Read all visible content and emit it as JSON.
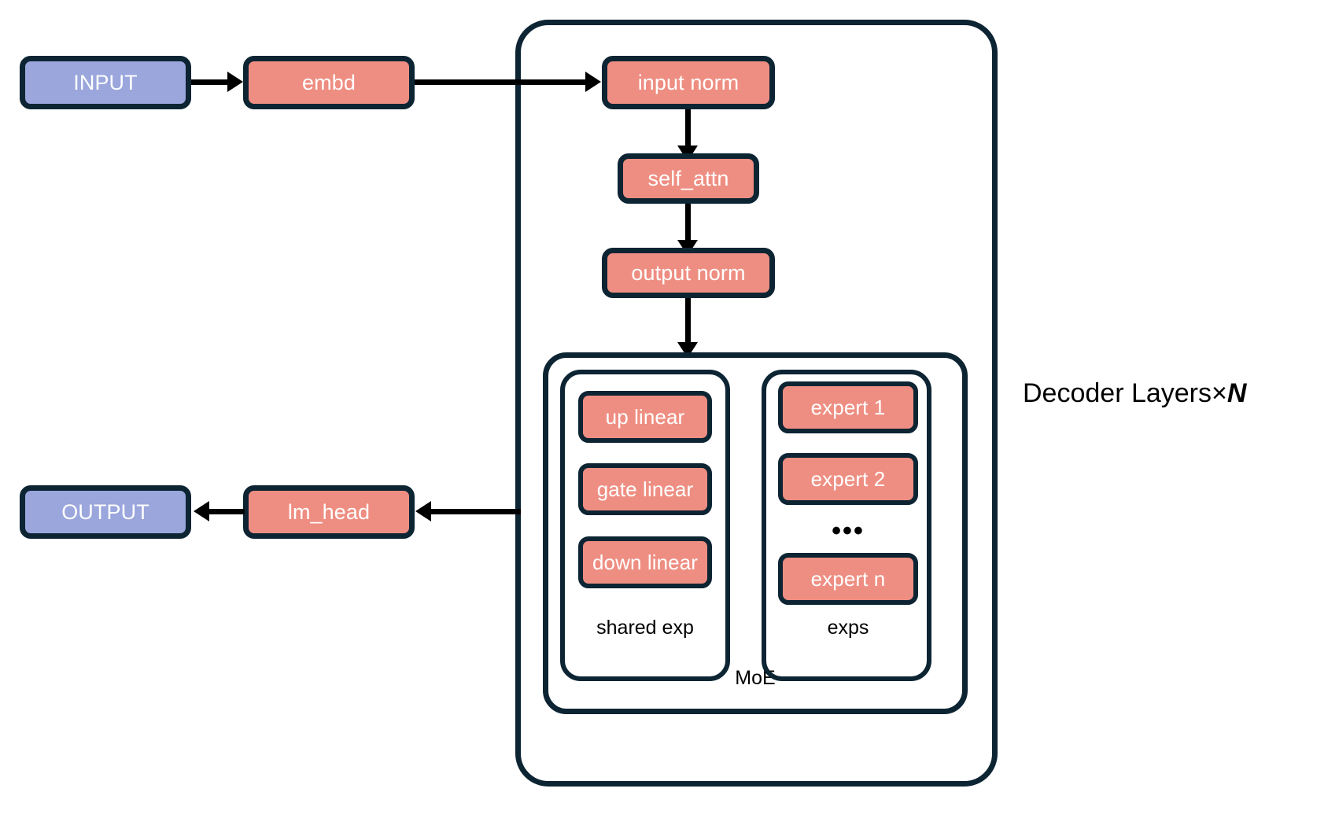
{
  "diagram": {
    "title_label": "Decoder Layers×",
    "title_variable": "N",
    "colors": {
      "accent_salmon": "#ee8e82",
      "accent_blue": "#9aa6dc",
      "stroke_navy": "#0d2433",
      "edge_black": "#000000",
      "background": "#ffffff",
      "node_text": "#ffffff",
      "label_text": "#000000"
    },
    "io": {
      "input": "INPUT",
      "output": "OUTPUT"
    },
    "pipeline": {
      "embd": "embd",
      "lm_head": "lm_head"
    },
    "decoder": {
      "input_norm": "input norm",
      "self_attn": "self_attn",
      "output_norm": "output norm"
    },
    "moe": {
      "label": "MoE",
      "shared_expert": {
        "label": "shared exp",
        "blocks": [
          "up linear",
          "gate linear",
          "down linear"
        ]
      },
      "experts": {
        "label": "exps",
        "blocks": [
          "expert 1",
          "expert 2"
        ],
        "ellipsis": "•••",
        "last_block": "expert n"
      }
    }
  }
}
